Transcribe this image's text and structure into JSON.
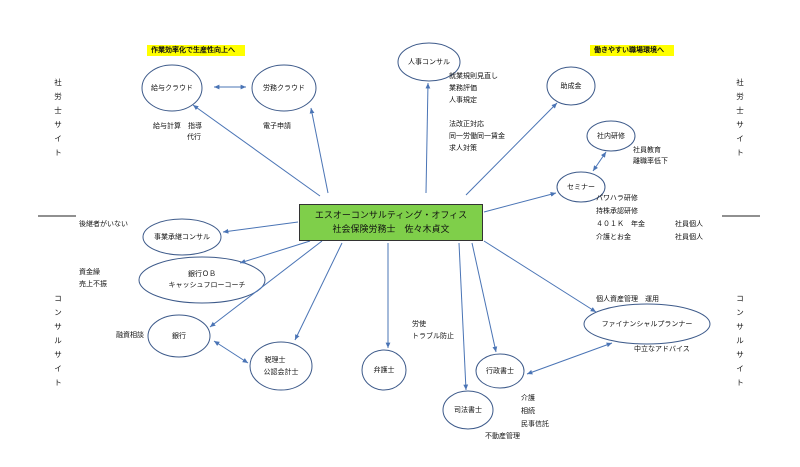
{
  "highlights": {
    "left": "作業効率化で生産性向上へ",
    "right": "働きやすい職場環境へ"
  },
  "side_labels": {
    "left_top": "社労士サイト",
    "right_top": "社労士サイト",
    "left_bottom": "コンサルサイト",
    "right_bottom": "コンサルサイト"
  },
  "center": {
    "line1": "エスオーコンサルティング・オフィス",
    "line2": "社会保険労務士　佐々木貞文"
  },
  "nodes": {
    "kyuyo": "給与クラウド",
    "romu": "労務クラウド",
    "jinji": "人事コンサル",
    "joseikin": "助成金",
    "shanai": "社内研修",
    "seminar": "セミナー",
    "jigyo": "事業承継コンサル",
    "ginkou_ob_1": "銀行ＯＢ",
    "ginkou_ob_2": "キャッシュフローコーチ",
    "ginkou": "銀行",
    "zeirishi_1": "税理士",
    "zeirishi_2": "公認会計士",
    "bengoshi": "弁護士",
    "gyosei": "行政書士",
    "shiho": "司法書士",
    "fp": "ファイナンシャルプランナー"
  },
  "notes": {
    "kyuyo_1": "給与計算　指導",
    "kyuyo_2": "代行",
    "romu": "電子申請",
    "jinji_1": "就業規則見直し",
    "jinji_2": "業務評価",
    "jinji_3": "人事規定",
    "jinji_4": "法改正対応",
    "jinji_5": "同一労働同一賃金",
    "jinji_6": "求人対策",
    "shanai_1": "社員教育",
    "shanai_2": "離職率低下",
    "seminar_1": "パワハラ研修",
    "seminar_2": "持株承認研修",
    "seminar_3": "４０１Ｋ　年金",
    "seminar_4": "介護とお金",
    "seminar_5": "社員個人",
    "seminar_6": "社員個人",
    "jigyo": "後継者がいない",
    "shikin_1": "資金繰",
    "shikin_2": "売上不振",
    "yushi": "融資相談",
    "bengoshi_1": "労使",
    "bengoshi_2": "トラブル防止",
    "fp_1": "個人資産管理　運用",
    "fp_2": "中立なアドバイス",
    "shiho_1": "介護",
    "shiho_2": "相続",
    "shiho_3": "民事信託",
    "shiho_4": "不動産管理"
  }
}
